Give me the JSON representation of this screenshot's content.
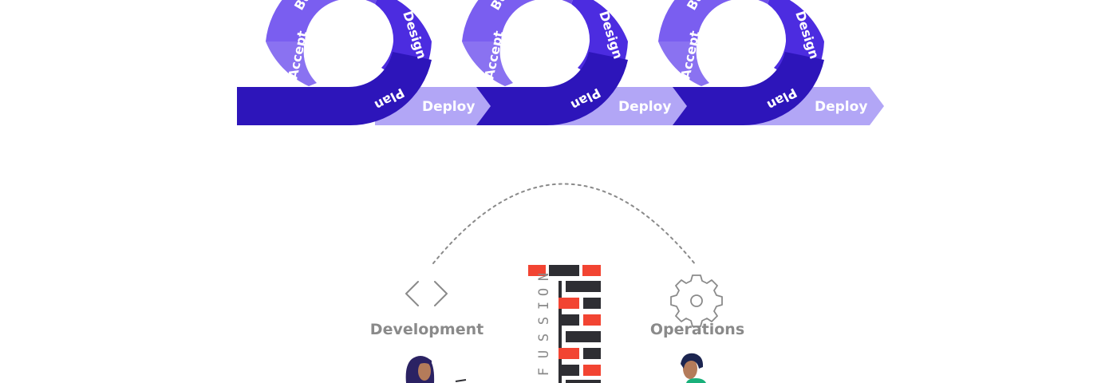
{
  "cycles": [
    {
      "stages": {
        "build": "Build",
        "design": "Design",
        "accept": "Accept",
        "plan": "Plan"
      },
      "deploy": "Deploy"
    },
    {
      "stages": {
        "build": "Build",
        "design": "Design",
        "accept": "Accept",
        "plan": "Plan"
      },
      "deploy": "Deploy"
    },
    {
      "stages": {
        "build": "Build",
        "design": "Design",
        "accept": "Accept",
        "plan": "Plan"
      },
      "deploy": "Deploy"
    }
  ],
  "roles": {
    "development": "Development",
    "operations": "Operations"
  },
  "fusion": {
    "letters": [
      "F",
      "U",
      "S",
      "S",
      "I",
      "O",
      "N"
    ]
  },
  "colors": {
    "ring_light": "#8a72f1",
    "ring_mid": "#6c4ee8",
    "ring_dark": "#4c2ce0",
    "band_dark": "#2d15ba",
    "deploy_arrow": "#b2a6f6",
    "brick_dark": "#2e2e33",
    "brick_red": "#f24432",
    "label_gray": "#8a8a8a"
  }
}
